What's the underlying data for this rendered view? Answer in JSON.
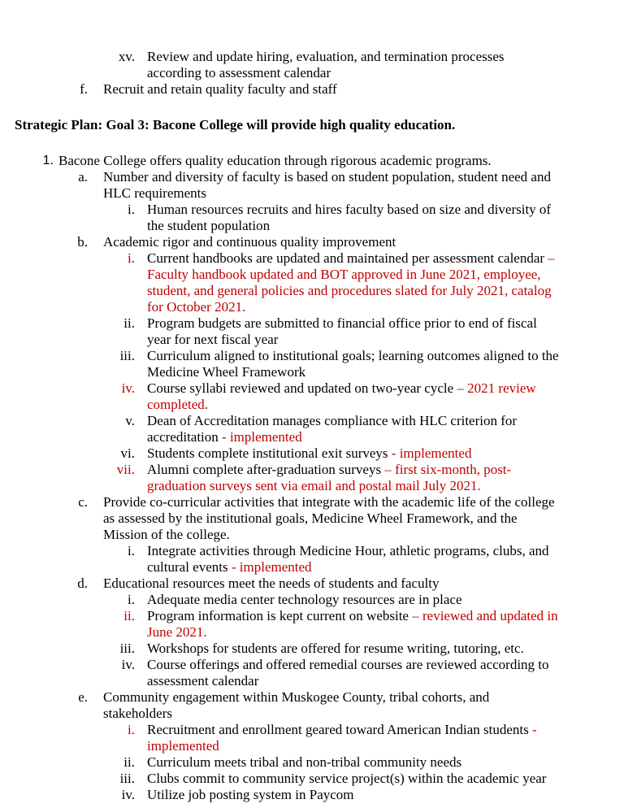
{
  "intro": {
    "xv_marker": "xv.",
    "xv_line1": "Review and update hiring, evaluation, and termination processes",
    "xv_line2": "according to assessment calendar",
    "f_marker": "f.",
    "f_text": "Recruit and retain quality faculty and staff"
  },
  "heading": "Strategic Plan: Goal 3: Bacone College will provide high quality education.",
  "item1": {
    "marker": "1.",
    "text": "Bacone College offers quality education through rigorous academic programs."
  },
  "a": {
    "marker": "a.",
    "line1": "Number and diversity of faculty is based on student population, student need and",
    "line2": "HLC requirements",
    "i_marker": "i.",
    "i_line1": "Human resources recruits and hires faculty based on size and diversity of",
    "i_line2": "the student population"
  },
  "b": {
    "marker": "b.",
    "text": "Academic rigor and continuous quality improvement",
    "i_marker": "i.",
    "i_line1_text": "Current handbooks are updated and maintained per assessment calendar",
    "i_line1_red": " –",
    "i_line2": "Faculty handbook updated and BOT approved in June 2021, employee,",
    "i_line3": "student, and general policies and procedures slated for July 2021, catalog",
    "i_line4": "for October 2021.",
    "ii_marker": "ii.",
    "ii_line1": "Program budgets are submitted to financial office prior to end of fiscal",
    "ii_line2": "year for next fiscal year",
    "iii_marker": "iii.",
    "iii_line1": "Curriculum aligned to institutional goals; learning outcomes aligned to the",
    "iii_line2": "Medicine Wheel Framework",
    "iv_marker": "iv.",
    "iv_line1_text": "Course syllabi reviewed and updated on two-year cycle",
    "iv_line1_red": " – 2021 review",
    "iv_line2": "completed.",
    "v_marker": "v.",
    "v_line1": "Dean of Accreditation manages compliance with HLC criterion for",
    "v_line2_text": "accreditation",
    "v_line2_red": " - implemented",
    "vi_marker": "vi.",
    "vi_text": "Students complete institutional exit surveys",
    "vi_red": " - implemented",
    "vii_marker": "vii.",
    "vii_line1_text": "Alumni complete after-graduation surveys",
    "vii_line1_red": " – first six-month, post-",
    "vii_line2": "graduation surveys sent via email and postal mail July 2021."
  },
  "c": {
    "marker": "c.",
    "line1": "Provide co-curricular activities that integrate with the academic life of the college",
    "line2": "as assessed by the institutional goals, Medicine Wheel Framework, and the",
    "line3": "Mission of the college.",
    "i_marker": "i.",
    "i_line1": "Integrate activities through Medicine Hour, athletic programs, clubs, and",
    "i_line2_text": "cultural events",
    "i_line2_red": " - implemented"
  },
  "d": {
    "marker": "d.",
    "text": "Educational resources meet the needs of students and faculty",
    "i_marker": "i.",
    "i_text": "Adequate media center technology resources are in place",
    "ii_marker": "ii.",
    "ii_line1_text": "Program information is kept current on website",
    "ii_line1_red": " – reviewed and updated in",
    "ii_line2": "June 2021.",
    "iii_marker": "iii.",
    "iii_text": "Workshops for students are offered for resume writing, tutoring, etc.",
    "iv_marker": "iv.",
    "iv_line1": "Course offerings and offered remedial courses are reviewed according to",
    "iv_line2": "assessment calendar"
  },
  "e": {
    "marker": "e.",
    "line1": "Community engagement within Muskogee County, tribal cohorts, and",
    "line2": "stakeholders",
    "i_marker": "i.",
    "i_line1_text": "Recruitment and enrollment geared toward American Indian students",
    "i_line1_red": " -",
    "i_line2": "implemented",
    "ii_marker": "ii.",
    "ii_text": "Curriculum meets tribal and non-tribal community needs",
    "iii_marker": "iii.",
    "iii_text": "Clubs commit to community service project(s) within the academic year",
    "iv_marker": "iv.",
    "iv_text": "Utilize job posting system in Paycom"
  },
  "colors": {
    "text": "#000000",
    "highlight_red": "#c00000"
  }
}
